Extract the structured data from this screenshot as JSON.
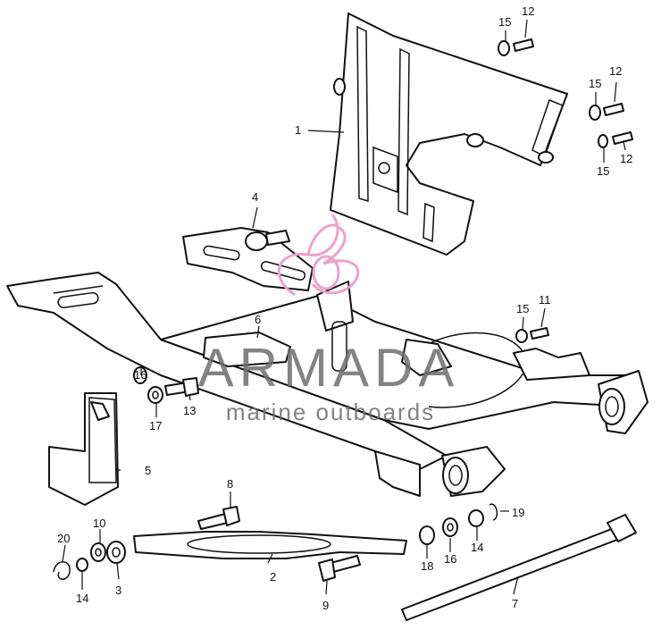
{
  "watermark": {
    "title": "ARMADA",
    "subtitle": "marine outboards",
    "logo_color": "#e9a3c9",
    "text_color": "#6e6e6e"
  },
  "callouts": {
    "c1": "1",
    "c2": "2",
    "c3": "3",
    "c4": "4",
    "c5": "5",
    "c6": "6",
    "c7": "7",
    "c8": "8",
    "c9": "9",
    "c10": "10",
    "c11": "11",
    "c12a": "12",
    "c12b": "12",
    "c12c": "12",
    "c13": "13",
    "c14a": "14",
    "c14b": "14",
    "c15a": "15",
    "c15b": "15",
    "c15c": "15",
    "c15d": "15",
    "c16a": "16",
    "c16b": "16",
    "c17": "17",
    "c18": "18",
    "c19": "19",
    "c20": "20"
  }
}
